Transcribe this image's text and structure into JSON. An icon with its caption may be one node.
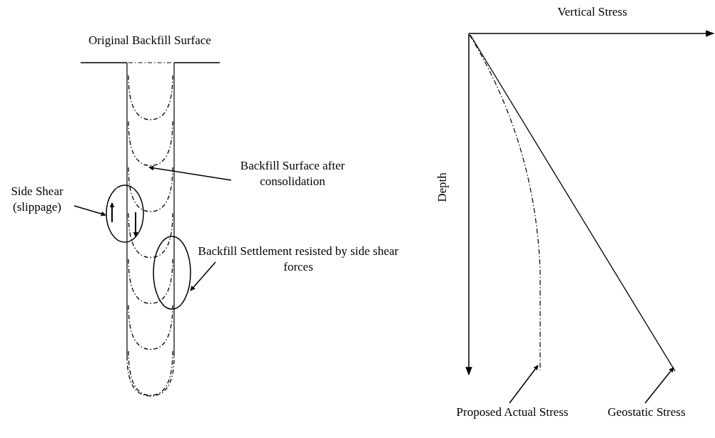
{
  "diagram": {
    "nodes": [
      {
        "text": [
          "Side Shear (slippage)"
        ]
      },
      {
        "text": [],
        "shape": "ellipse"
      },
      {
        "text": [
          "Backfill Surface after consolidation"
        ]
      },
      {
        "text": [
          "Backfill Settlement resisted by side shear forces"
        ]
      },
      {
        "text": [],
        "shape": "ellipse"
      },
      {
        "text": [
          "Proposed Actual Stress"
        ]
      },
      {
        "text": [
          "Geostatic Stress"
        ]
      }
    ],
    "edges": [
      {
        "from": 0,
        "to": 1,
        "arrow": "to"
      },
      {
        "from": 2,
        "to": null,
        "arrow": "to"
      },
      {
        "from": 3,
        "to": 4,
        "arrow": "to"
      },
      {
        "from": 5,
        "to": null,
        "arrow": "to"
      },
      {
        "from": 6,
        "to": null,
        "arrow": "to"
      }
    ],
    "labels": [
      "Original Backfill Surface",
      "Vertical Stress",
      "Depth"
    ]
  }
}
